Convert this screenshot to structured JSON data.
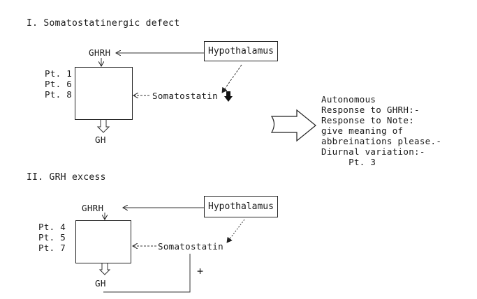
{
  "section1": {
    "heading": "I. Somatostatinergic defect",
    "ghrh_label": "GHRH",
    "hypothalamus_label": "Hypothalamus",
    "somatostatin_label": "Somatostatin",
    "somatostatin_indicator": "decrease-arrow-icon",
    "patients": [
      "Pt. 1",
      "Pt. 6",
      "Pt. 8"
    ],
    "output_label": "GH"
  },
  "outcome": {
    "arrow_icon": "hollow-right-arrow-icon",
    "lines": [
      "Autonomous",
      "Response to GHRH:-",
      "Response to Note:",
      "give meaning of",
      "abbreinations please.-",
      "Diurnal variation:-",
      "     Pt. 3"
    ]
  },
  "section2": {
    "heading": "II. GRH excess",
    "ghrh_label": "GHRH",
    "hypothalamus_label": "Hypothalamus",
    "somatostatin_label": "Somatostatin",
    "patients": [
      "Pt. 4",
      "Pt. 5",
      "Pt. 7"
    ],
    "output_label": "GH",
    "feedback_sign": "+"
  }
}
